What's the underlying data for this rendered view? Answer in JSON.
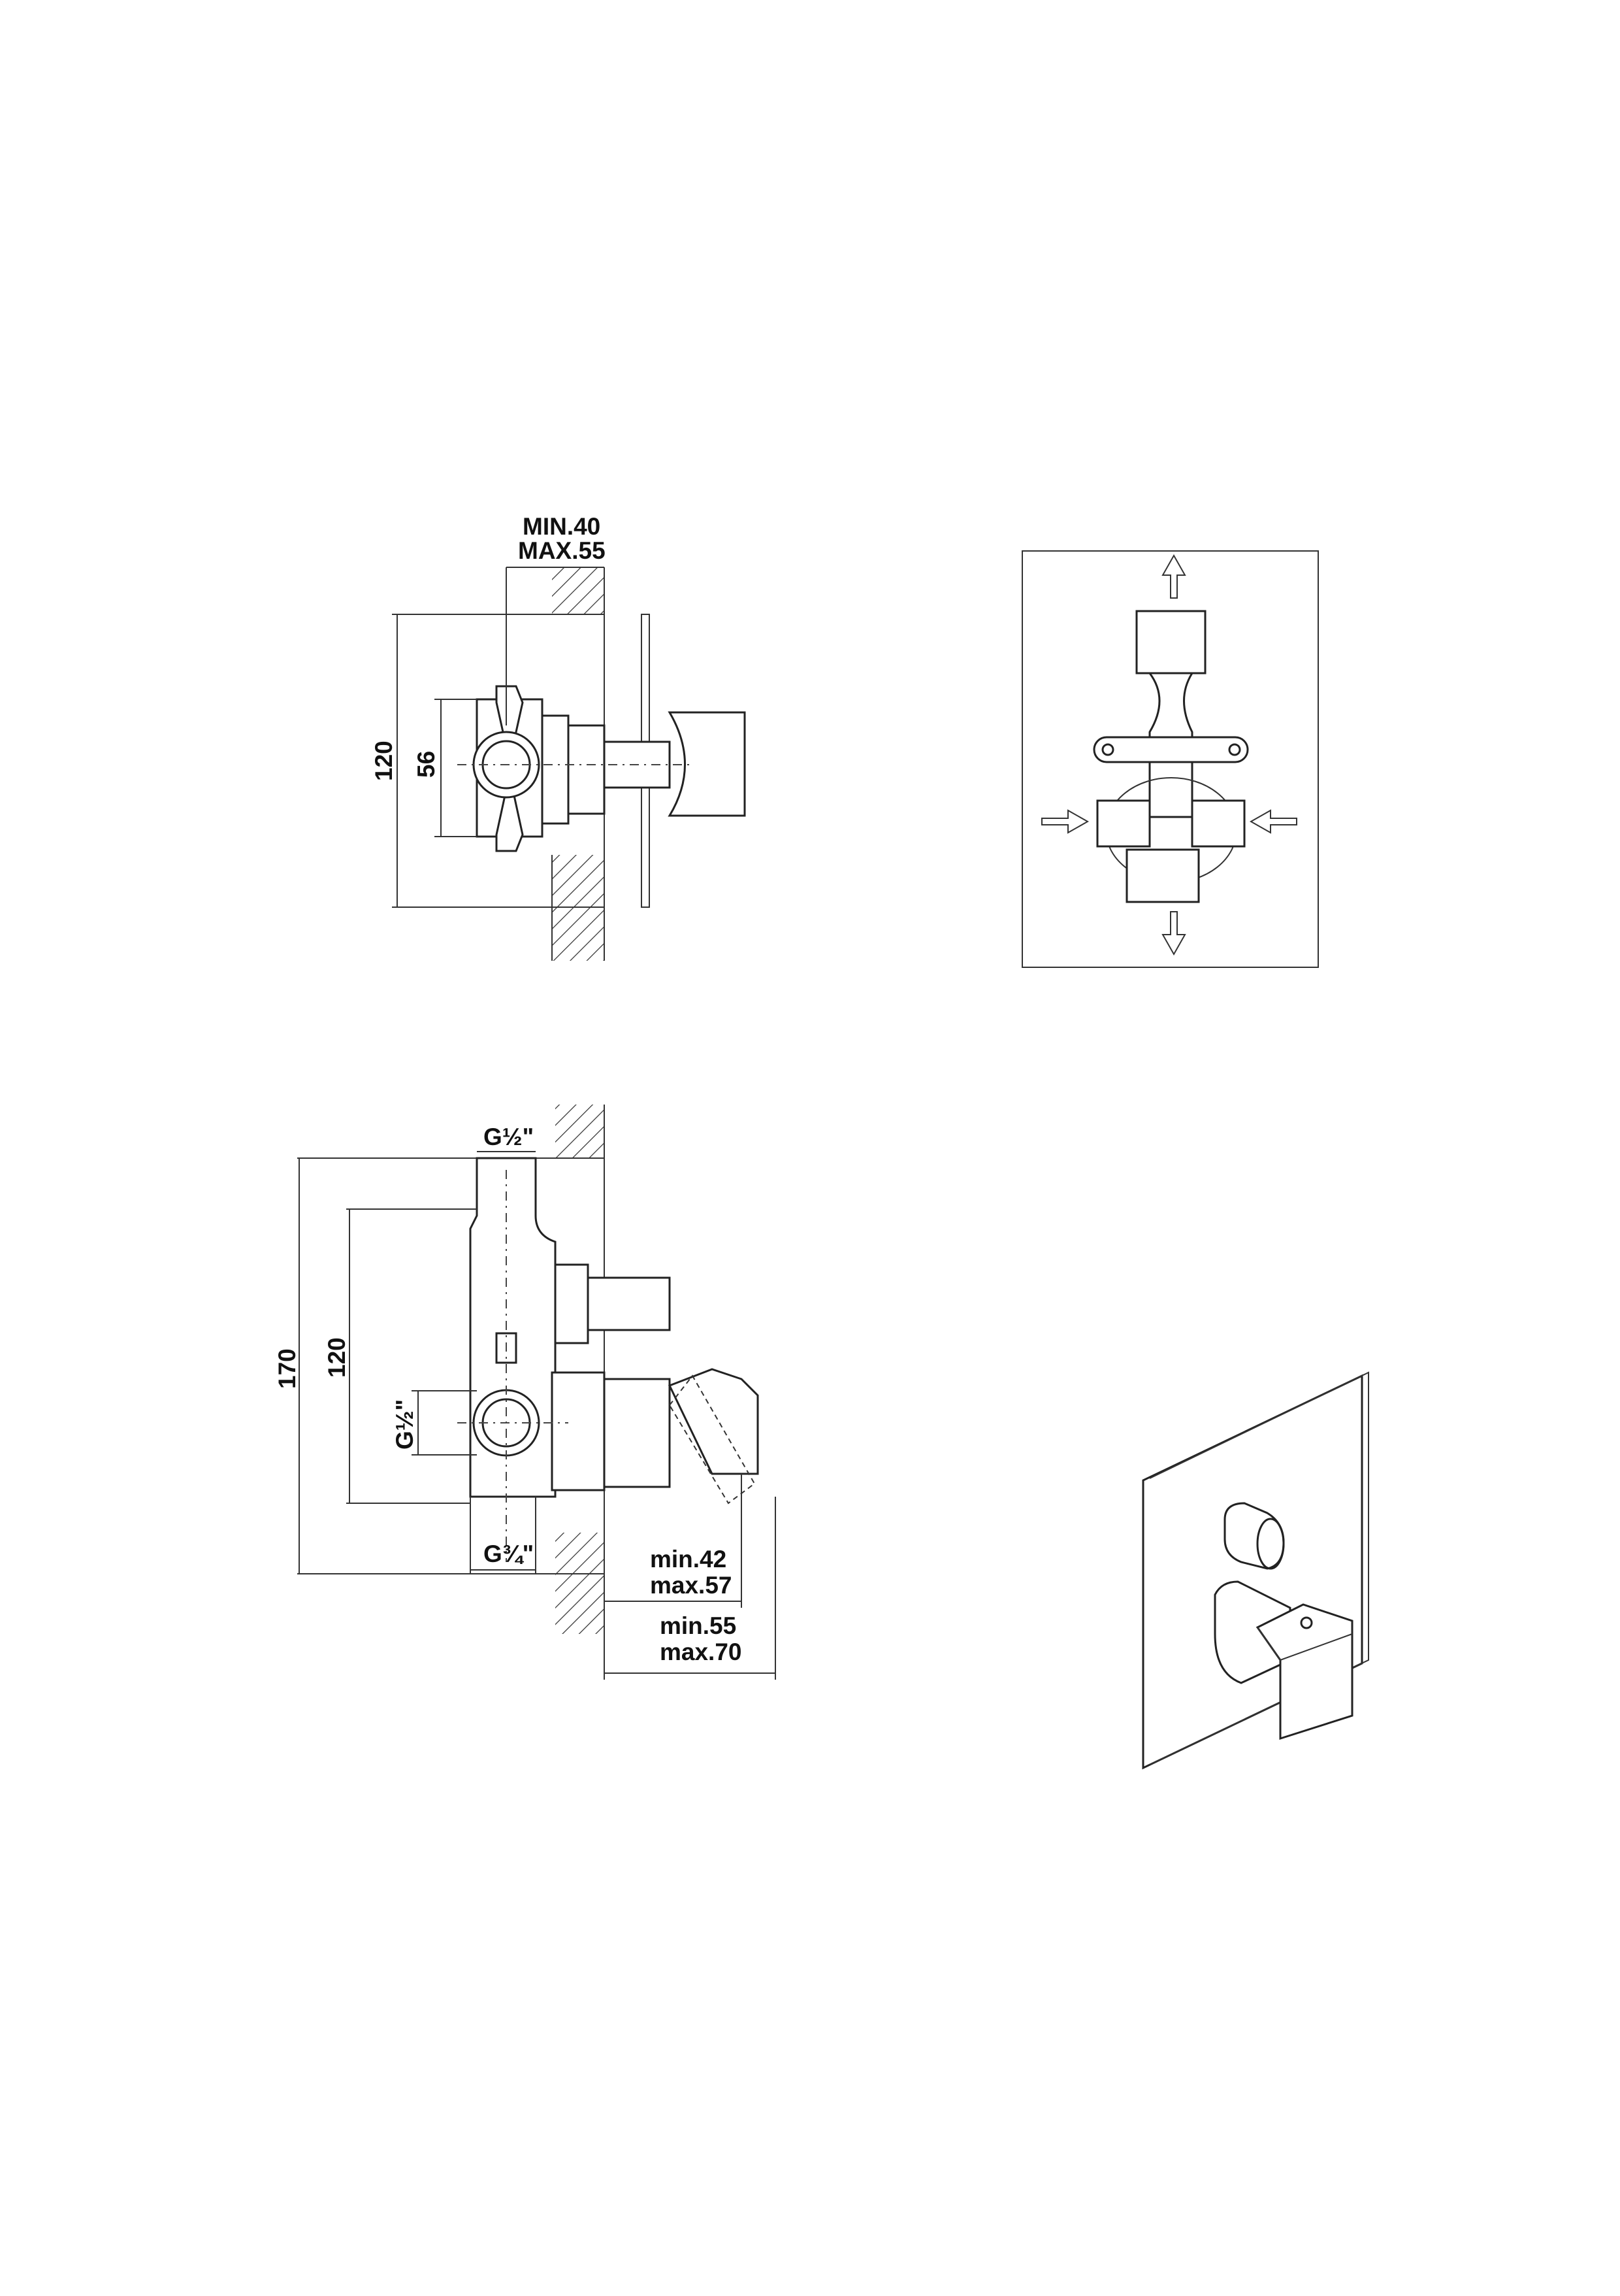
{
  "top_view": {
    "depth_label_1": "MIN.40",
    "depth_label_2": "MAX.55",
    "height_overall": "120",
    "height_body": "56"
  },
  "side_view": {
    "outlet_top": "G½\"",
    "height_overall": "170",
    "inlet_spacing": "120",
    "inlet_side": "G½\"",
    "outlet_bottom": "G¾\"",
    "depth_body_1": "min.42",
    "depth_body_2": "max.57",
    "depth_total_1": "min.55",
    "depth_total_2": "max.70"
  }
}
